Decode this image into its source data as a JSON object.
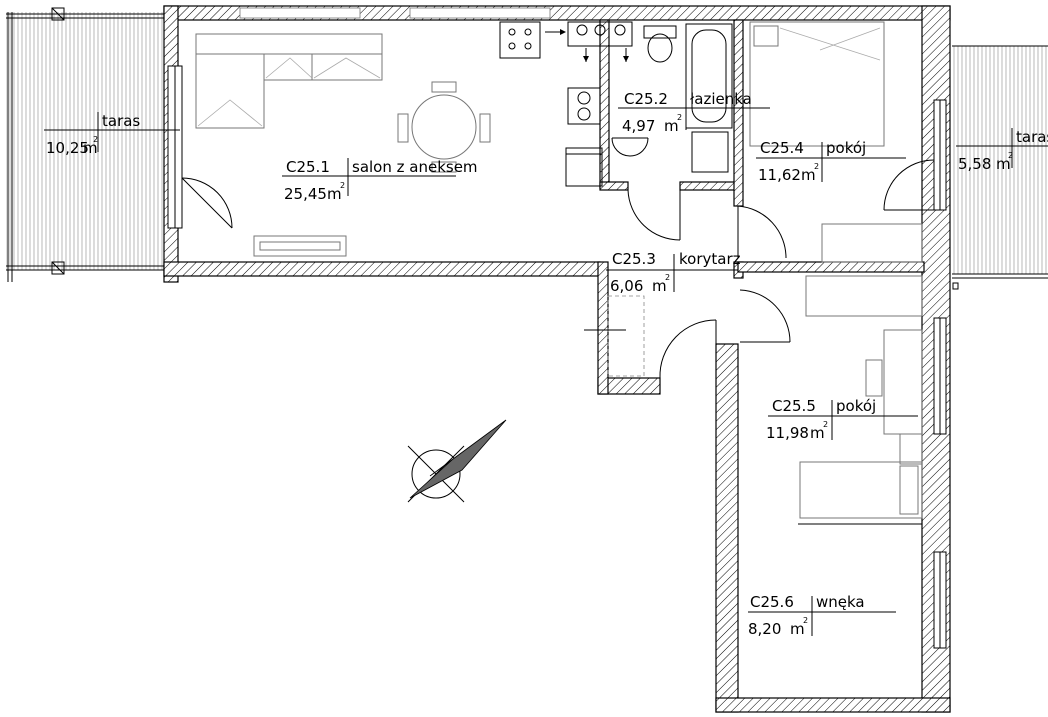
{
  "rooms": [
    {
      "id": "C25.1",
      "name": "salon z aneksem",
      "area": "25,45"
    },
    {
      "id": "C25.2",
      "name": "łazienka",
      "area": "4,97"
    },
    {
      "id": "C25.3",
      "name": "korytarz",
      "area": "6,06"
    },
    {
      "id": "C25.4",
      "name": "pokój",
      "area": "11,62"
    },
    {
      "id": "C25.5",
      "name": "pokój",
      "area": "11,98"
    },
    {
      "id": "C25.6",
      "name": "wnęka",
      "area": "8,20"
    }
  ],
  "terraces": [
    {
      "name": "taras",
      "area": "10,25"
    },
    {
      "name": "taras",
      "area": "5,58"
    }
  ],
  "units": {
    "unit": "m",
    "exponent": "2"
  }
}
